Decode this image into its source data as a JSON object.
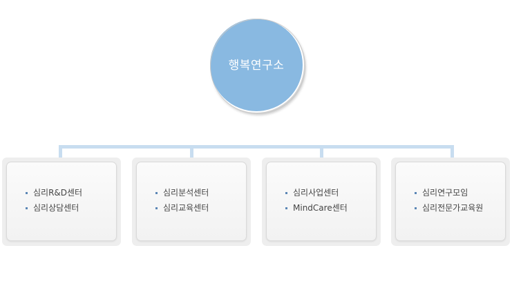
{
  "root": {
    "label": "행복연구소"
  },
  "colors": {
    "root_fill": "#89b9e1",
    "connector": "#c8ddf0",
    "bullet": "#5a86b5"
  },
  "departments": [
    {
      "items": [
        "심리R&D센터",
        "심리상담센터"
      ]
    },
    {
      "items": [
        "심리분석센터",
        "심리교육센터"
      ]
    },
    {
      "items": [
        "심리사업센터",
        "MindCare센터"
      ]
    },
    {
      "items": [
        "심리연구모임",
        "심리전문가교육원"
      ]
    }
  ]
}
